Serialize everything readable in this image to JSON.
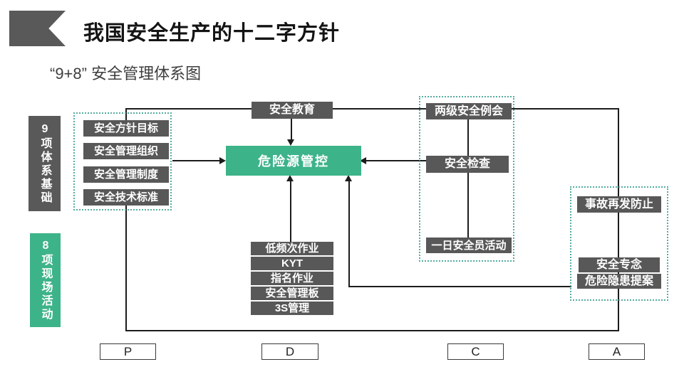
{
  "slide": {
    "title": "我国安全生产的十二字方针",
    "subtitle": "“9+8” 安全管理体系图"
  },
  "tabs": {
    "foundation": "9项体系基础",
    "site": "8项现场活动"
  },
  "foundation_items": [
    "安全方针目标",
    "安全管理组织",
    "安全管理制度",
    "安全技术标准"
  ],
  "education_label": "安全教育",
  "hazard_control_label": "危险源管控",
  "inspection_items": [
    "两级安全例会",
    "安全检查",
    "一日安全员活动"
  ],
  "site_activity_items": [
    "低频次作业",
    "KYT",
    "指名作业",
    "安全管理板",
    "3S管理"
  ],
  "prevention_items": [
    "事故再发防止",
    "安全专念",
    "危险隐患提案"
  ],
  "pdca": [
    "P",
    "D",
    "C",
    "A"
  ],
  "colors": {
    "box_gray": "#585858",
    "accent_green": "#3db389",
    "dotted_teal": "#55ad9f",
    "line_black": "#1c1c1c",
    "title_black": "#141414"
  }
}
